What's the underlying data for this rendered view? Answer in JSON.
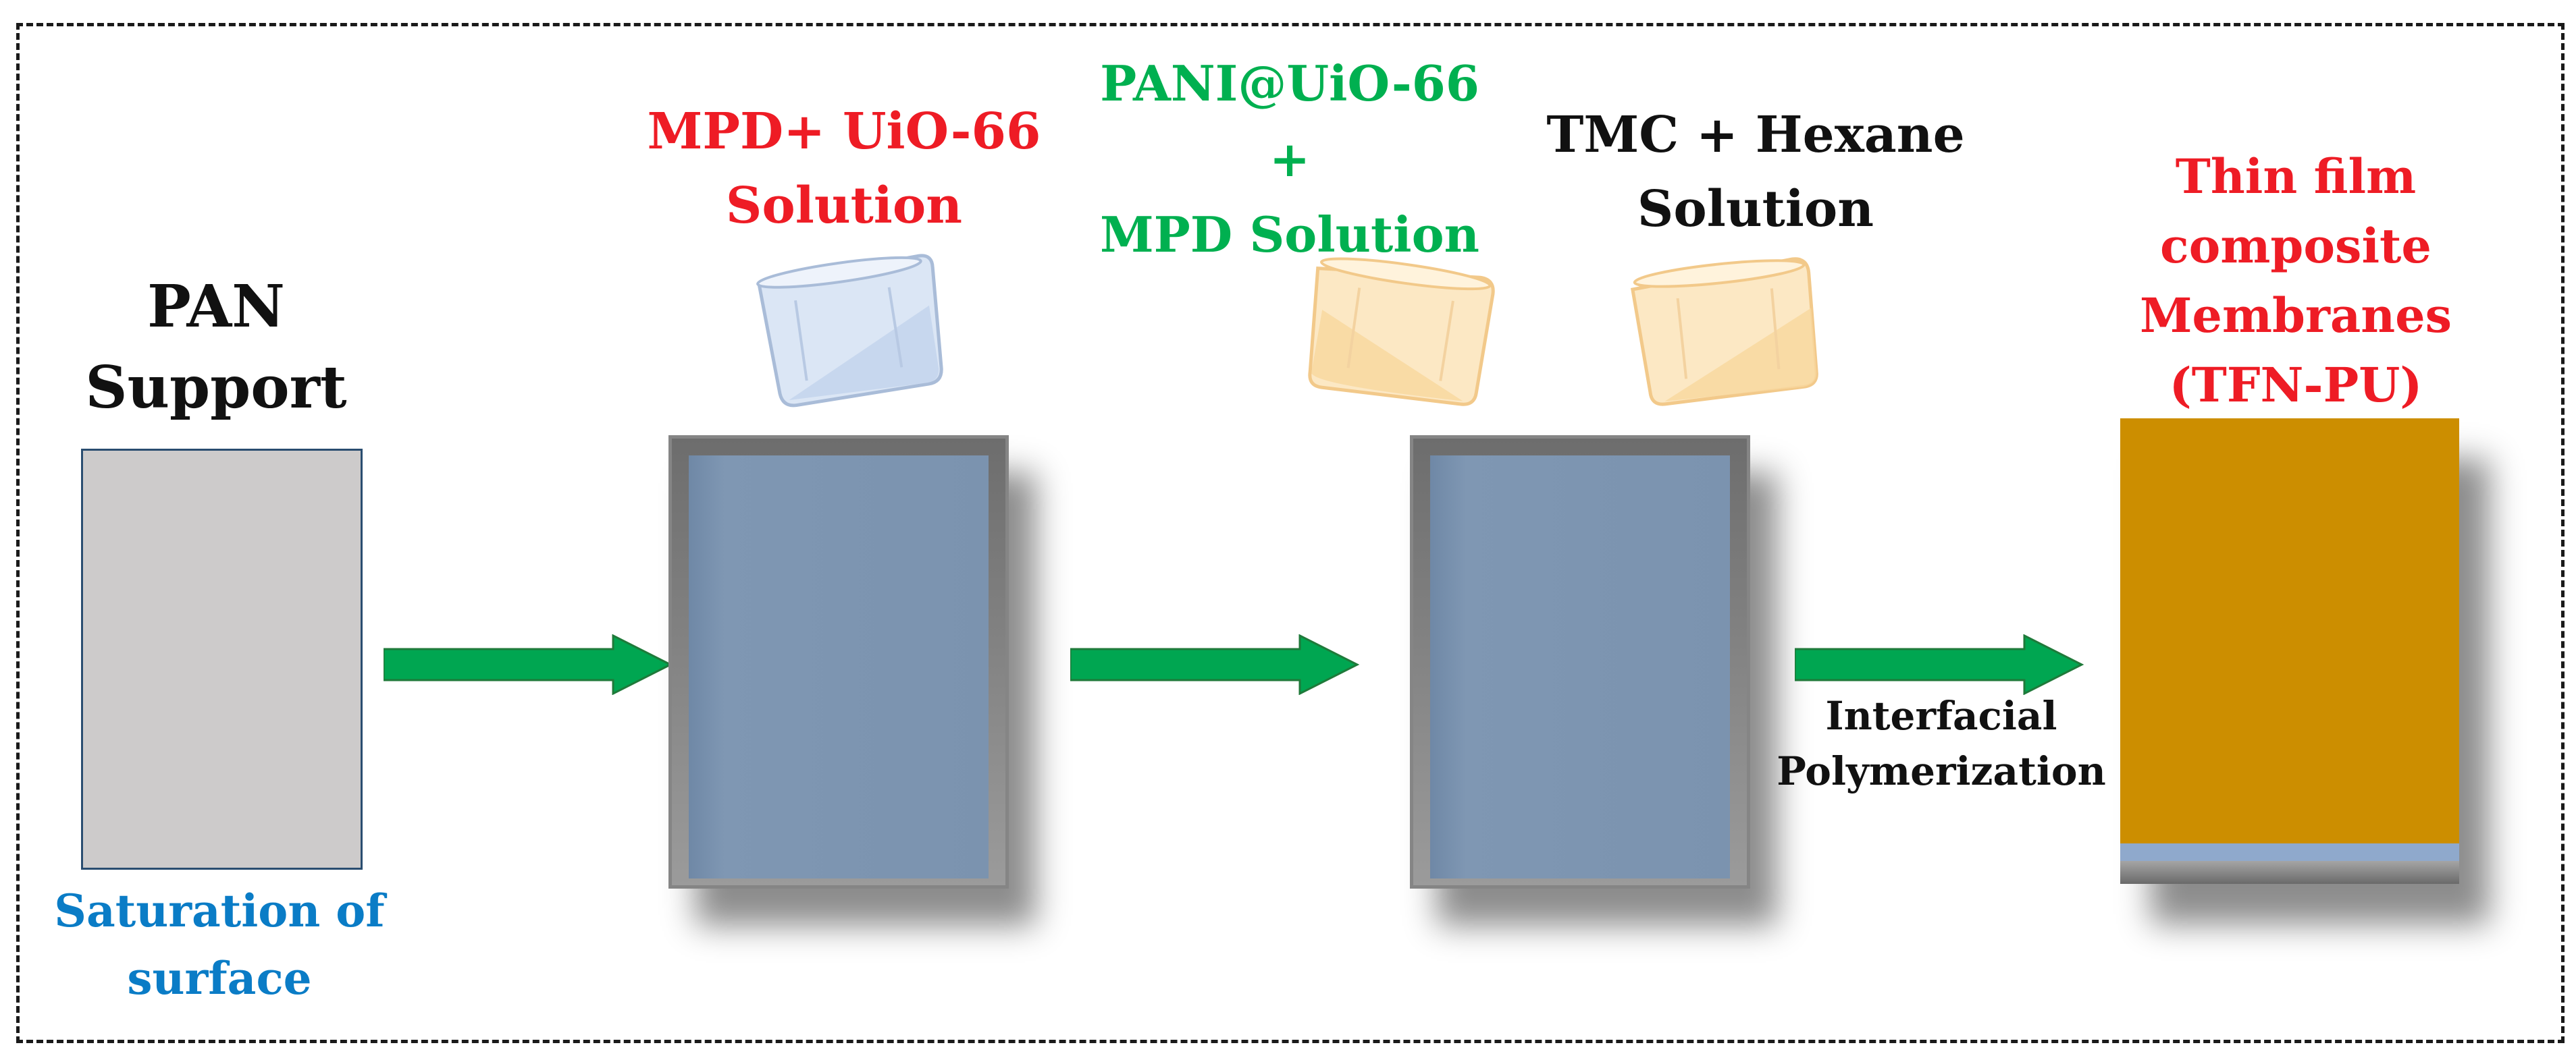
{
  "steps": {
    "pan_support": {
      "title_line1": "PAN",
      "title_line2": "Support",
      "caption_line1": "Saturation of",
      "caption_line2": "surface"
    },
    "step1": {
      "title_line1": "MPD+ UiO-66",
      "title_line2": "Solution"
    },
    "step2": {
      "title_line1": "PANI@UiO-66",
      "title_line2": "+",
      "title_line3": "MPD Solution"
    },
    "step3": {
      "title_line1": "TMC + Hexane",
      "title_line2": "Solution"
    },
    "product": {
      "title_line1": "Thin film",
      "title_line2": "composite",
      "title_line3": "Membranes",
      "title_line4": "(TFN-PU)"
    }
  },
  "arrows": {
    "interfacial_line1": "Interfacial",
    "interfacial_line2": "Polymerization"
  },
  "colors": {
    "red": "#ee1c25",
    "green": "#00b050",
    "blue": "#0a7cc6",
    "arrow": "#00a651",
    "membrane": "#cc8e00",
    "solution": "#7f97b3",
    "support": "#cdcbcb"
  },
  "icons": [
    "beaker-icon-blue",
    "beaker-icon-orange",
    "beaker-icon-orange",
    "arrow-right-icon"
  ]
}
